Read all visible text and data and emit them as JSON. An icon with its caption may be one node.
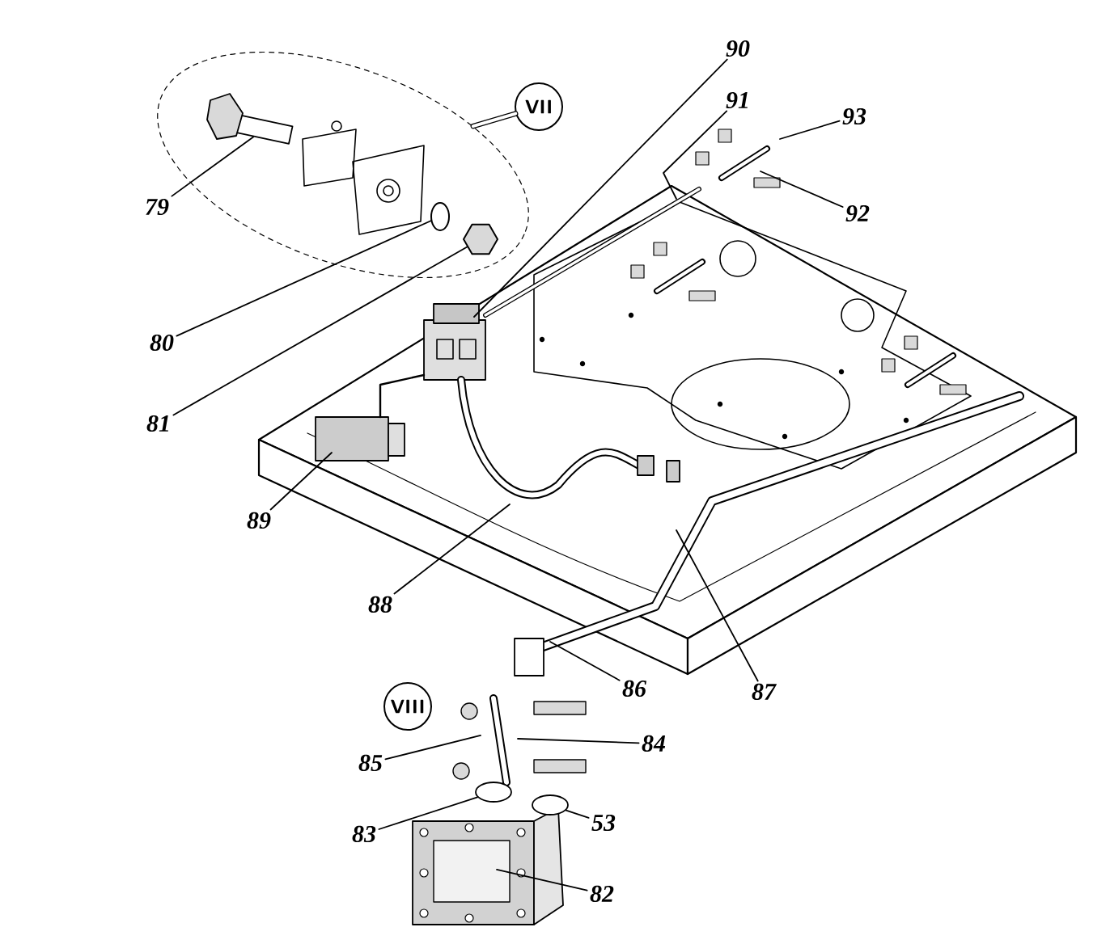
{
  "diagram": {
    "nodes": [
      {
        "text": [],
        "shape": "ellipse"
      },
      {
        "text": [
          "VII"
        ]
      },
      {
        "text": [
          "79"
        ]
      },
      {
        "text": [
          "80"
        ]
      },
      {
        "text": [
          "81"
        ]
      },
      {
        "text": [
          "90"
        ]
      },
      {
        "text": [
          "91"
        ]
      },
      {
        "text": [
          "93"
        ]
      },
      {
        "text": [
          "92"
        ]
      },
      {
        "text": [
          "89"
        ]
      },
      {
        "text": [
          "88"
        ]
      },
      {
        "text": [
          "86"
        ]
      },
      {
        "text": [
          "87"
        ]
      },
      {
        "text": [
          "VIII"
        ]
      },
      {
        "text": [
          "85"
        ]
      },
      {
        "text": [
          "84"
        ]
      },
      {
        "text": [
          "83"
        ]
      },
      {
        "text": [
          "53"
        ]
      },
      {
        "text": [
          "82"
        ]
      },
      {
        "text": [],
        "shape": "bolt",
        "in": 0
      },
      {
        "text": [],
        "shape": "washer",
        "in": 0
      },
      {
        "text": [],
        "shape": "nut",
        "in": 0
      },
      {
        "text": [],
        "shape": "ring"
      },
      {
        "text": [],
        "shape": "ring"
      }
    ],
    "edges": [
      {
        "from": 1,
        "to": 0,
        "arrow": "none",
        "style": "thick"
      },
      {
        "from": 2,
        "to": 19,
        "arrow": "none"
      },
      {
        "from": 3,
        "to": 20,
        "arrow": "none"
      },
      {
        "from": 4,
        "to": 21,
        "arrow": "none"
      },
      {
        "from": 5,
        "to": null,
        "arrow": "none"
      },
      {
        "from": 6,
        "to": null,
        "arrow": "none"
      },
      {
        "from": 7,
        "to": null,
        "arrow": "none"
      },
      {
        "from": 8,
        "to": null,
        "arrow": "none"
      },
      {
        "from": 9,
        "to": null,
        "arrow": "none"
      },
      {
        "from": 10,
        "to": null,
        "arrow": "none"
      },
      {
        "from": 11,
        "to": null,
        "arrow": "none"
      },
      {
        "from": 12,
        "to": null,
        "arrow": "none"
      },
      {
        "from": 14,
        "to": null,
        "arrow": "none"
      },
      {
        "from": 15,
        "to": null,
        "arrow": "none"
      },
      {
        "from": 16,
        "to": 22,
        "arrow": "none"
      },
      {
        "from": 17,
        "to": 23,
        "arrow": "none"
      },
      {
        "from": 18,
        "to": null,
        "arrow": "none"
      }
    ]
  }
}
